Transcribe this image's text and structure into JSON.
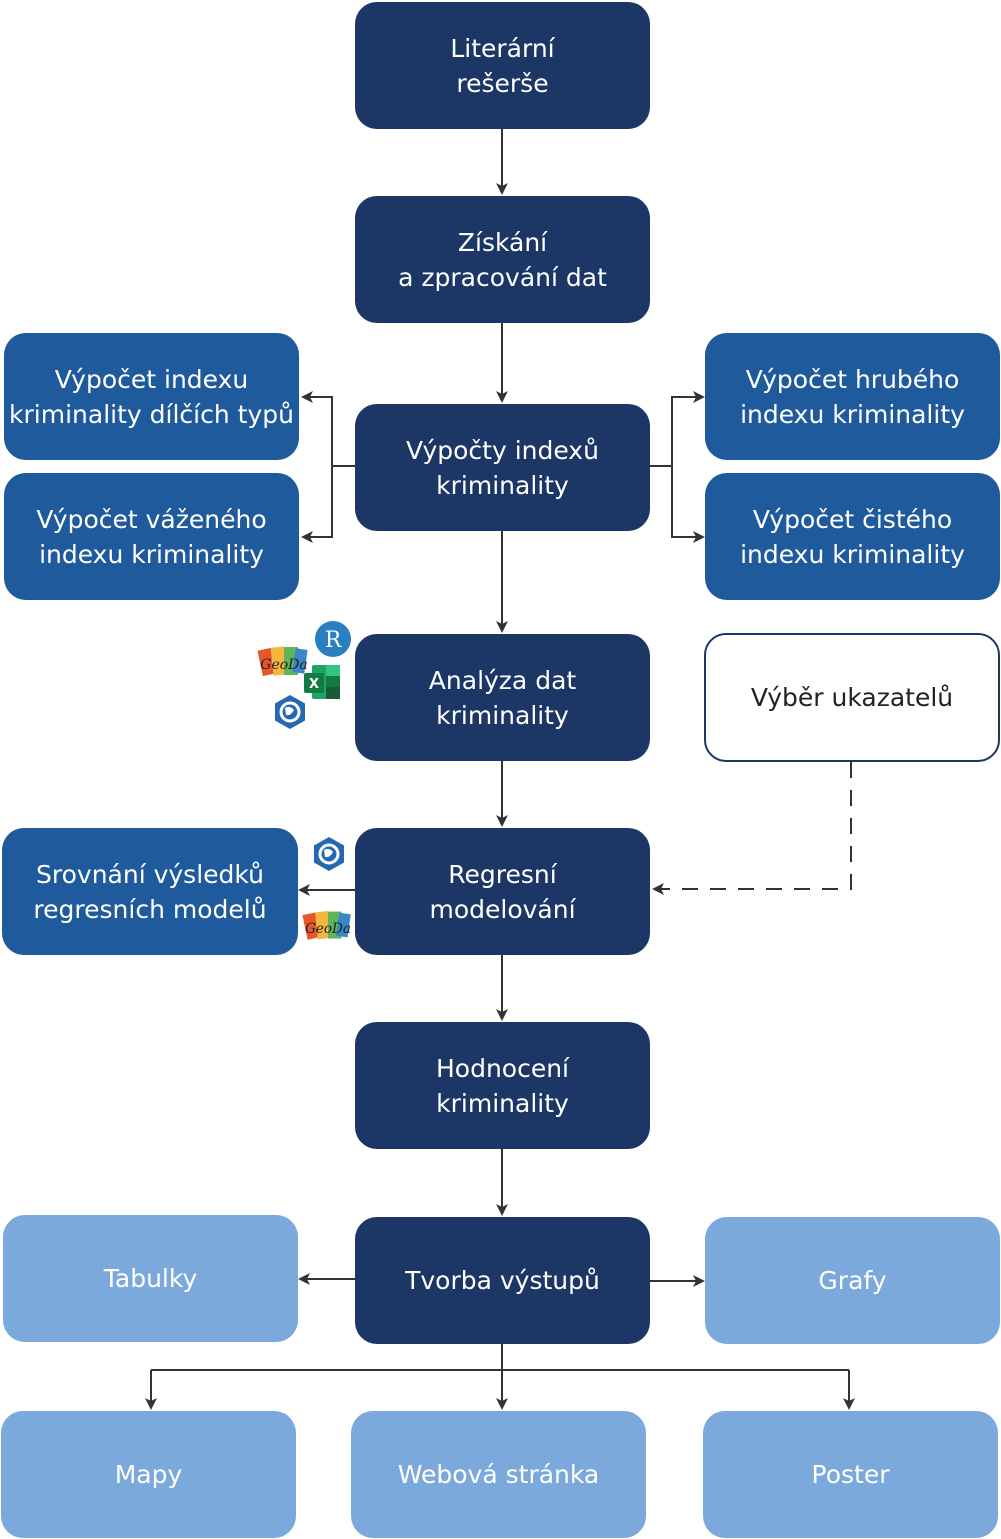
{
  "nodes": {
    "literarni_reserse": "Literární\nrešerše",
    "ziskani_dat": "Získání\na zpracování dat",
    "vypocty_indexu": "Výpočty indexů\nkriminality",
    "dilci_typy": "Výpočet indexu\nkriminality dílčích typů",
    "vazeny_index": "Výpočet váženého\nindexu kriminality",
    "hruby_index": "Výpočet hrubého\nindexu kriminality",
    "cisty_index": "Výpočet čistého\nindexu kriminality",
    "analyza_dat": "Analýza dat\nkriminality",
    "vyber_ukazatelu": "Výběr ukazatelů",
    "regresni_modelovani": "Regresní\nmodelování",
    "srovnani_vysledku": "Srovnání výsledků\nregresních modelů",
    "hodnoceni_kriminality": "Hodnocení\nkriminality",
    "tvorba_vystupu": "Tvorba výstupů",
    "tabulky": "Tabulky",
    "grafy": "Grafy",
    "mapy": "Mapy",
    "webova_stranka": "Webová stránka",
    "poster": "Poster"
  },
  "icons": {
    "r_logo_text": "R",
    "excel_logo_text": "X",
    "geoda_logo_text": "GeoDa"
  },
  "colors": {
    "dark_node": "#1c3665",
    "mid_node": "#1f5a9c",
    "light_node": "#7ba9dc",
    "connector": "#333333"
  }
}
